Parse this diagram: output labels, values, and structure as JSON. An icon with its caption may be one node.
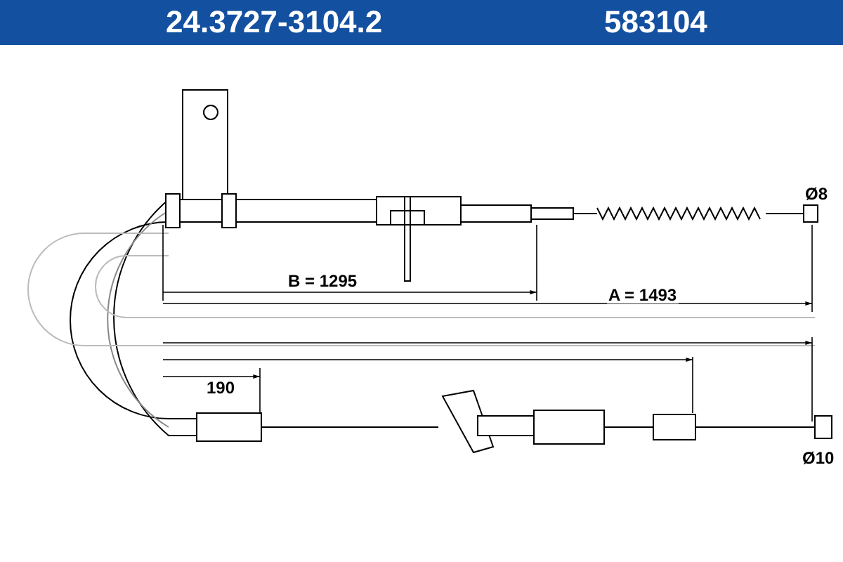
{
  "diagram": {
    "labels": [
      "24.3727-3104.2",
      "583104",
      "Ø8",
      "B = 1295",
      "A = 1493",
      "190",
      "Ø10"
    ]
  }
}
